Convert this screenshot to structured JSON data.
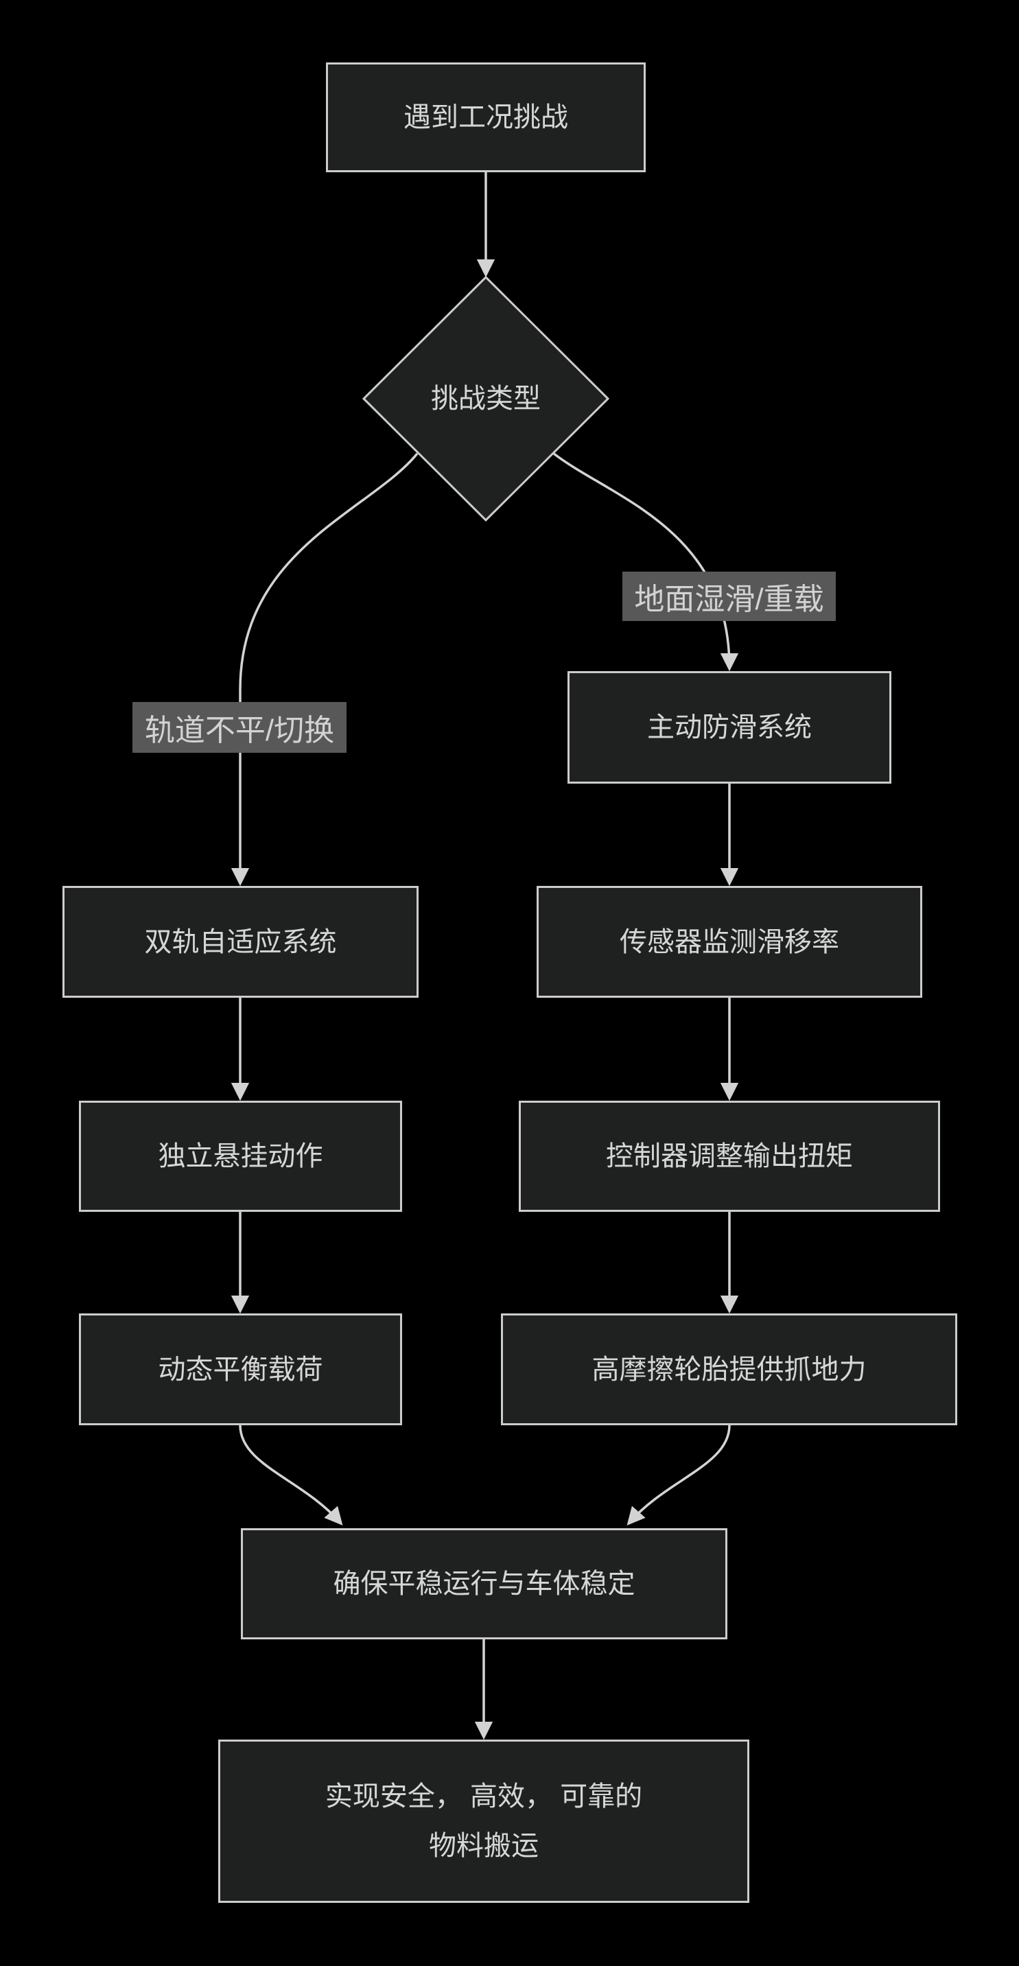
{
  "flowchart": {
    "nodes": {
      "start": "遇到工况挑战",
      "decision": "挑战类型",
      "left_system": "双轨自适应系统",
      "left_suspension": "独立悬挂动作",
      "left_balance": "动态平衡载荷",
      "right_system": "主动防滑系统",
      "right_sensor": "传感器监测滑移率",
      "right_controller": "控制器调整输出扭矩",
      "right_tires": "高摩擦轮胎提供抓地力",
      "merge": "确保平稳运行与车体稳定",
      "final_line1": "实现安全， 高效， 可靠的",
      "final_line2": "物料搬运"
    },
    "edge_labels": {
      "left": "轨道不平/切换",
      "right": "地面湿滑/重载"
    }
  },
  "theme": {
    "background": "#000000",
    "node_fill": "#1f2020",
    "node_border": "#cccccc",
    "node_text": "#d6d6d6",
    "edge_line": "#d3d3d3",
    "edge_label_bg": "#585858",
    "edge_label_text": "#d3d3d3"
  }
}
